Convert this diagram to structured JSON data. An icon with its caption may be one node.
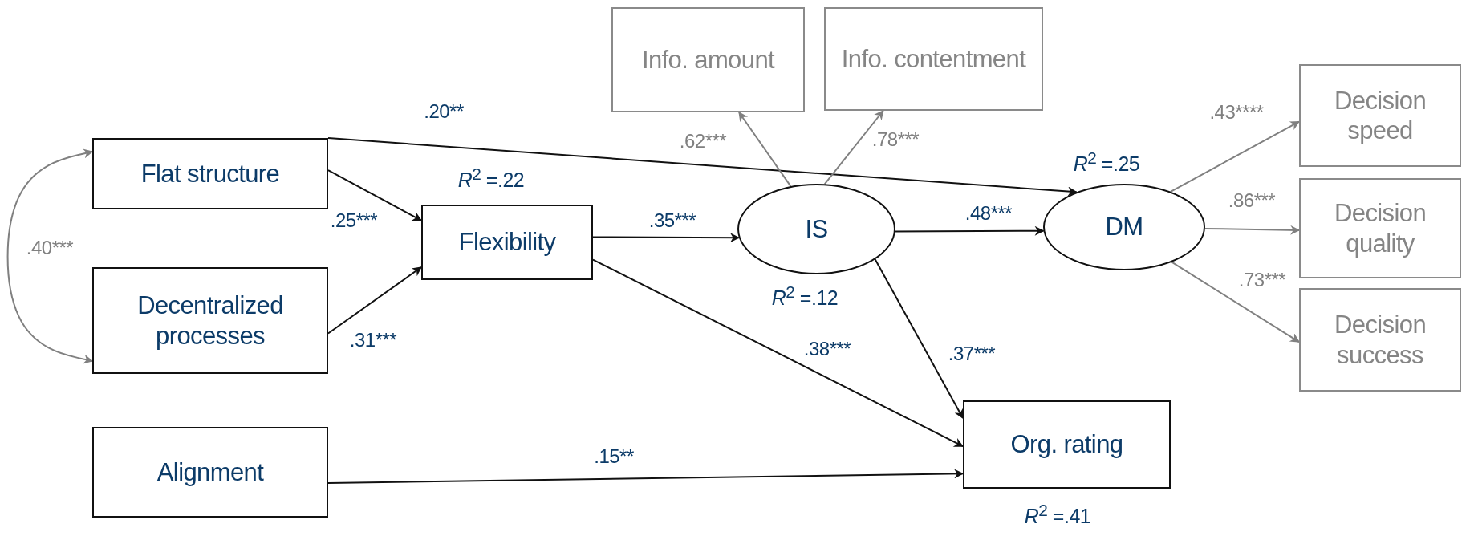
{
  "diagram": {
    "nodes": [
      {
        "text": [
          "Flat structure"
        ]
      },
      {
        "text": [
          "Decentralized processes"
        ]
      },
      {
        "text": [
          "Alignment"
        ]
      },
      {
        "text": [
          "Flexibility"
        ],
        "beside": [
          "*R*$^{2}$ =.22"
        ]
      },
      {
        "text": [
          "Info. amount"
        ]
      },
      {
        "text": [
          "Info. contentment"
        ]
      },
      {
        "text": [
          "IS"
        ],
        "beside": [
          "*R*$^{2}$ =.12"
        ]
      },
      {
        "text": [
          "DM"
        ],
        "beside": [
          "*R*$^{2}$ =.25"
        ]
      },
      {
        "text": [
          "Decision speed"
        ]
      },
      {
        "text": [
          "Decision quality"
        ]
      },
      {
        "text": [
          "Decision success"
        ]
      },
      {
        "text": [
          "Org. rating"
        ],
        "beside": [
          "*R*$^{2}$ =.41"
        ]
      }
    ],
    "edges": [
      {
        "from": 0,
        "to": 1,
        "arrow": "both",
        "label": ".40***",
        "color": "#808080"
      },
      {
        "from": 0,
        "to": 3,
        "arrow": "to",
        "label": ".25***"
      },
      {
        "from": 1,
        "to": 3,
        "arrow": "to",
        "label": ".31***"
      },
      {
        "from": 3,
        "to": 6,
        "arrow": "to",
        "label": ".35***"
      },
      {
        "from": 3,
        "to": 11,
        "arrow": "to",
        "label": ".38***"
      },
      {
        "from": 0,
        "to": 7,
        "arrow": "to",
        "label": ".20**"
      },
      {
        "from": 2,
        "to": 11,
        "arrow": "to",
        "label": ".15**"
      },
      {
        "from": 6,
        "to": 4,
        "arrow": "to",
        "label": ".62***",
        "color": "#808080"
      },
      {
        "from": 6,
        "to": 5,
        "arrow": "to",
        "label": ".78***",
        "color": "#808080"
      },
      {
        "from": 6,
        "to": 7,
        "arrow": "to",
        "label": ".48***"
      },
      {
        "from": 6,
        "to": 11,
        "arrow": "to",
        "label": ".37***"
      },
      {
        "from": 7,
        "to": 8,
        "arrow": "to",
        "label": ".43****",
        "color": "#808080"
      },
      {
        "from": 7,
        "to": 9,
        "arrow": "to",
        "label": ".86***",
        "color": "#808080"
      },
      {
        "from": 7,
        "to": 10,
        "arrow": "to",
        "label": ".73***",
        "color": "#808080"
      }
    ]
  }
}
